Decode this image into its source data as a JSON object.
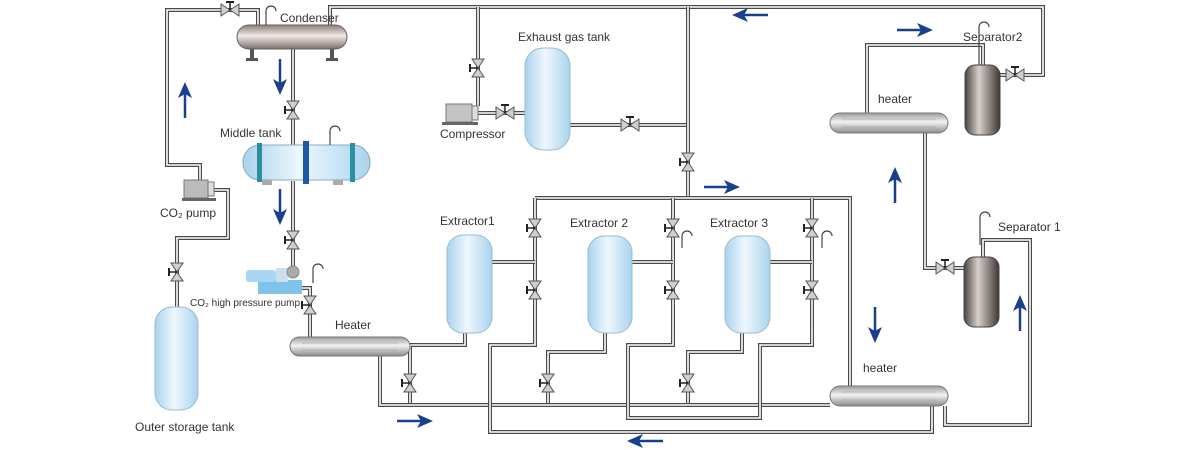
{
  "labels": {
    "condenser": "Condenser",
    "exhaust_gas_tank": "Exhaust gas tank",
    "separator2": "Separator2",
    "heater_upper_right": "heater",
    "compressor": "Compressor",
    "middle_tank": "Middle tank",
    "co2_pump": "CO₂ pump",
    "co2_high_pressure_pump": "CO₂ high pressure pump",
    "heater_left": "Heater",
    "extractor1": "Extractor1",
    "extractor2": "Extractor 2",
    "extractor3": "Extractor 3",
    "separator1": "Separator 1",
    "heater_lower_right": "heater",
    "outer_storage_tank": "Outer storage tank"
  },
  "colors": {
    "arrow": "#1a3f8c",
    "pipe": "#4a4a4a",
    "tank_blue": "#cfe6f5",
    "separator": "#6b625e"
  },
  "icons": [
    "valve-icon",
    "flow-arrow-icon",
    "tank-icon",
    "heat-exchanger-icon",
    "pump-icon"
  ]
}
